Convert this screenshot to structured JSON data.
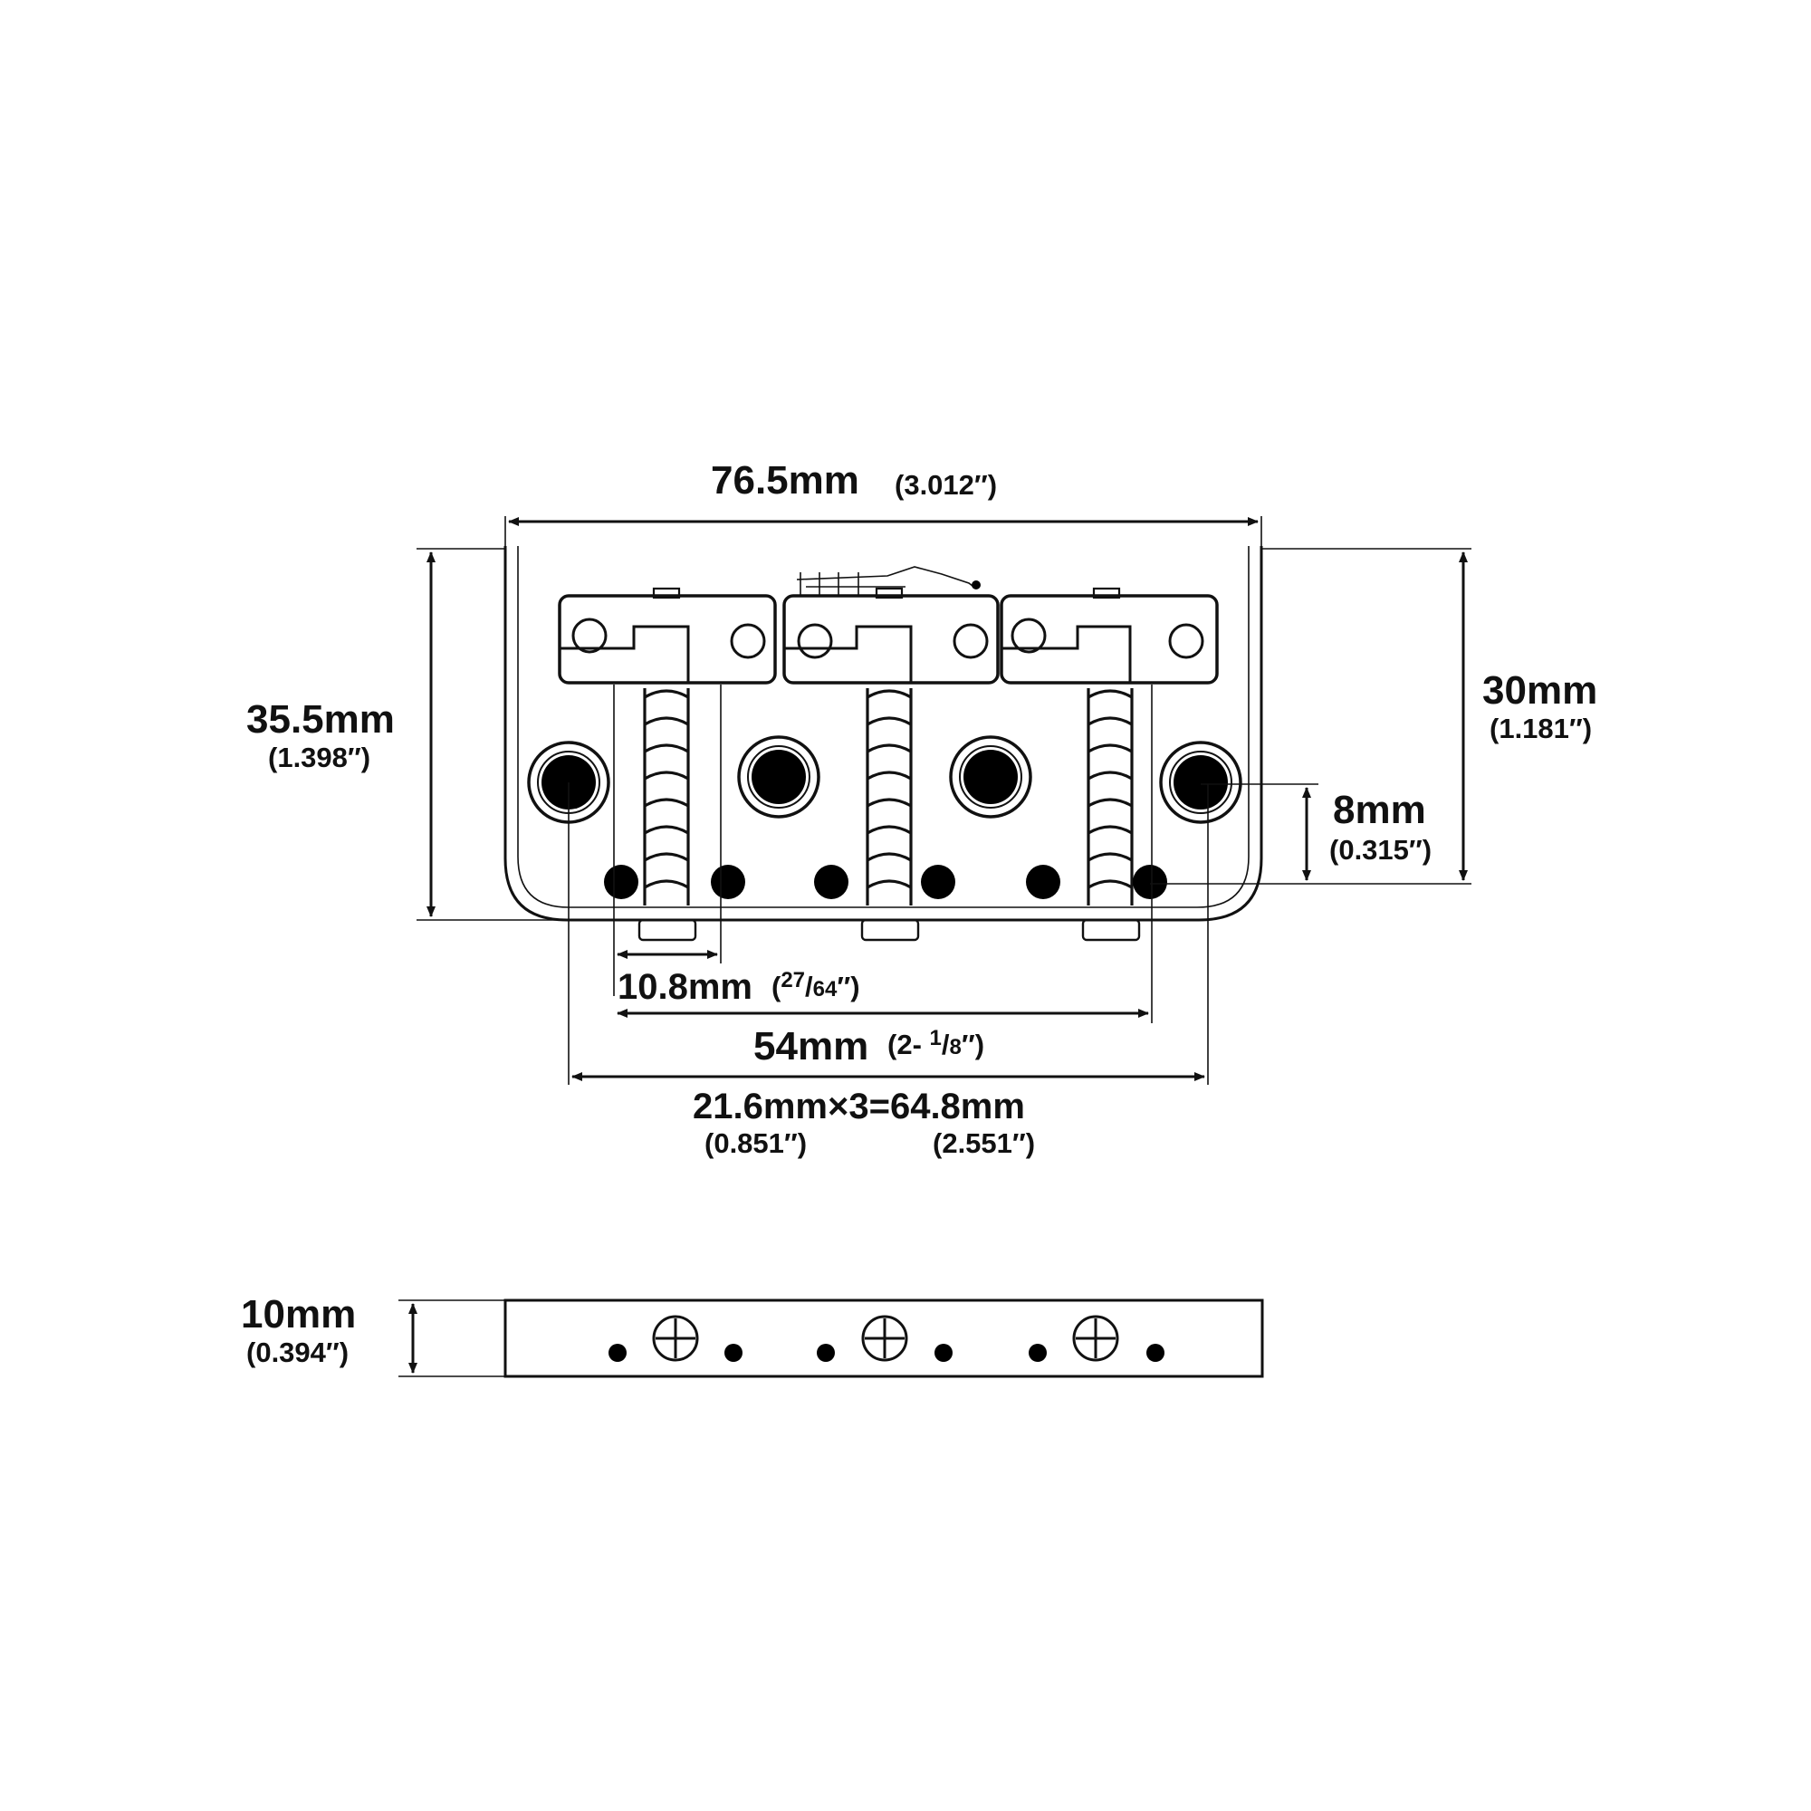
{
  "dimensions": {
    "overall_width": {
      "metric": "76.5mm",
      "imperial": "(3.012″)"
    },
    "overall_depth": {
      "metric": "35.5mm",
      "imperial": "(1.398″)"
    },
    "saddle_to_edge": {
      "metric": "30mm",
      "imperial": "(1.181″)"
    },
    "screw_offset": {
      "metric": "8mm",
      "imperial": "(0.315″)"
    },
    "saddle_width": {
      "metric": "10.8mm",
      "frac_num": "27",
      "frac_den": "64",
      "frac_close": "″)",
      "frac_open": "("
    },
    "string_spread": {
      "metric": "54mm",
      "imperial_prefix": "(2-",
      "frac_num": "1",
      "frac_den": "8",
      "frac_close": "″)"
    },
    "mount_spacing": {
      "metric": "21.6mm×3=64.8mm",
      "imperial_a": "(0.851″)",
      "imperial_b": "(2.551″)"
    },
    "thickness": {
      "metric": "10mm",
      "imperial": "(0.394″)"
    }
  },
  "colors": {
    "ink": "#111111",
    "background": "#ffffff"
  }
}
